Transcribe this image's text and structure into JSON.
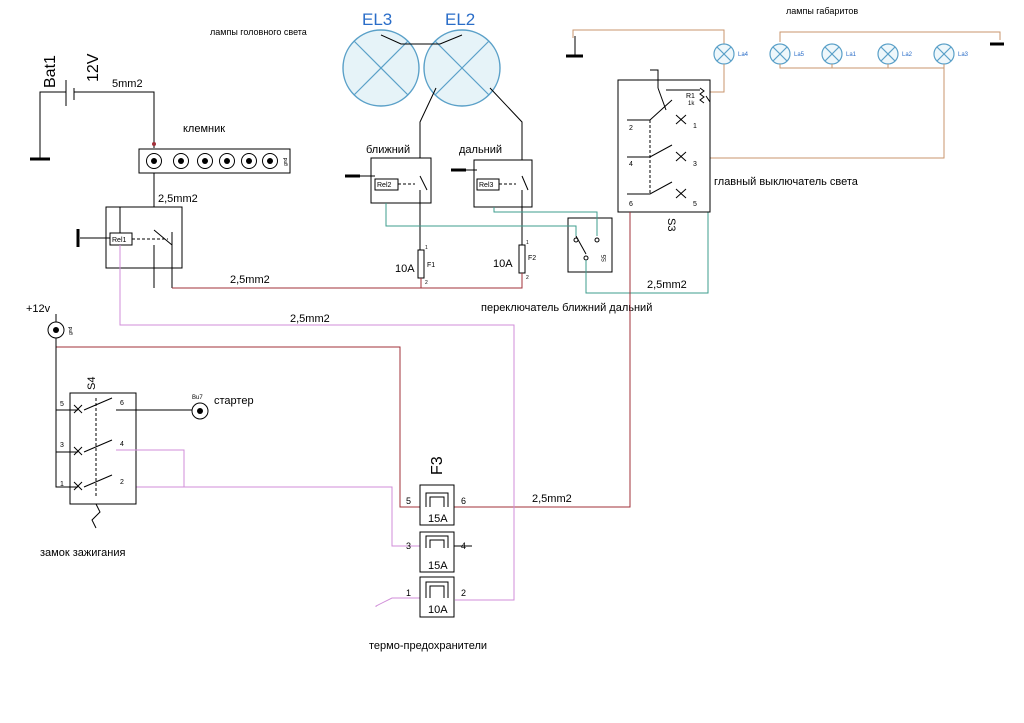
{
  "labels": {
    "bat1": "Bat1",
    "v12": "12V",
    "w5mm2": "5mm2",
    "klemnik": "клемник",
    "w25a": "2,5mm2",
    "headlamps": "лампы головного света",
    "el3": "EL3",
    "el2": "EL2",
    "blizhniy": "ближний",
    "dalniy": "дальний",
    "rel1": "Rel1",
    "rel2": "Rel2",
    "rel3": "Rel3",
    "f1": "F1",
    "f2": "F2",
    "f1_amp": "10A",
    "f2_amp": "10A",
    "w25b": "2,5mm2",
    "s5": "S5",
    "sw_switch": "переключатель ближний дальний",
    "w25c": "2,5mm2",
    "marker_lamps": "лампы габаритов",
    "la4": "La4",
    "la5": "La5",
    "la1": "La1",
    "la2": "La2",
    "la3": "La3",
    "r1": "R1",
    "r1_val": "1k",
    "main_switch": "главный выключатель света",
    "s3": "S3",
    "p12v": "+12v",
    "w25d": "2,5mm2",
    "s4": "S4",
    "bu7": "Bu7",
    "starter": "стартер",
    "ignition": "замок зажигания",
    "f3": "F3",
    "f3_a": "15A",
    "f3_b": "15A",
    "f3_c": "10A",
    "w25e": "2,5mm2",
    "thermo": "термо-предохранители",
    "pin1": "1",
    "pin2": "2",
    "pin3": "3",
    "pin4": "4",
    "pin5": "5",
    "pin6": "6",
    "gnd_tag": "gnd"
  },
  "colors": {
    "wire_power": "#a0303a",
    "wire_ignition": "#d08ed8",
    "wire_signal": "#3e9c8e",
    "wire_marker": "#c9966e",
    "lamp_stroke": "#5aa0c8",
    "label_blue": "#2a6dc8"
  }
}
